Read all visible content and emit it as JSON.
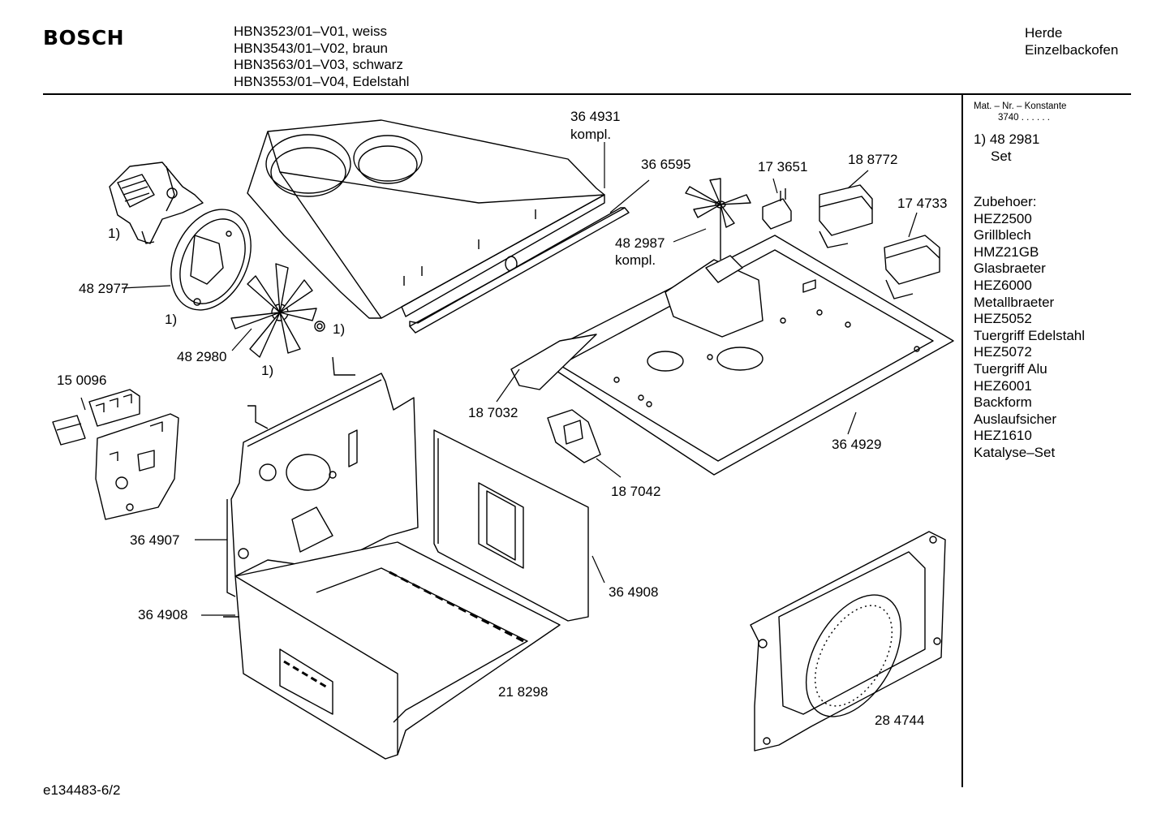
{
  "header": {
    "brand": "BOSCH",
    "models": [
      "HBN3523/01–V01, weiss",
      "HBN3543/01–V02, braun",
      "HBN3563/01–V03, schwarz",
      "HBN3553/01–V04, Edelstahl"
    ],
    "category_line1": "Herde",
    "category_line2": "Einzelbackofen"
  },
  "sidebar": {
    "mat_header": "Mat. – Nr. – Konstante",
    "mat_value": "3740 . . . . . .",
    "note_line1": "1) 48 2981",
    "note_line2": "Set",
    "accessories": [
      "Zubehoer:",
      "HEZ2500",
      "Grillblech",
      "HMZ21GB",
      "Glasbraeter",
      "HEZ6000",
      "Metallbraeter",
      "HEZ5052",
      "Tuergriff Edelstahl",
      "HEZ5072",
      "Tuergriff Alu",
      "HEZ6001",
      "Backform",
      "Auslaufsicher",
      "HEZ1610",
      "Katalyse–Set"
    ]
  },
  "part_labels": {
    "p364931": "36 4931",
    "p364931_sub": "kompl.",
    "p366595": "36 6595",
    "p173651": "17 3651",
    "p188772": "18 8772",
    "p174733": "17 4733",
    "p482987": "48 2987",
    "p482987_sub": "kompl.",
    "p482977": "48 2977",
    "p482980": "48 2980",
    "p150096": "15 0096",
    "p187032": "18 7032",
    "p364929": "36 4929",
    "p187042": "18 7042",
    "p364907": "36 4907",
    "p364908a": "36 4908",
    "p364908b": "36 4908",
    "p218298": "21 8298",
    "p284744": "28 4744",
    "ref_motor": "1)",
    "ref_plate": "1)",
    "ref_nut": "1)",
    "ref_fan": "1)"
  },
  "footer": {
    "drawing_id": "e134483-6/2"
  }
}
